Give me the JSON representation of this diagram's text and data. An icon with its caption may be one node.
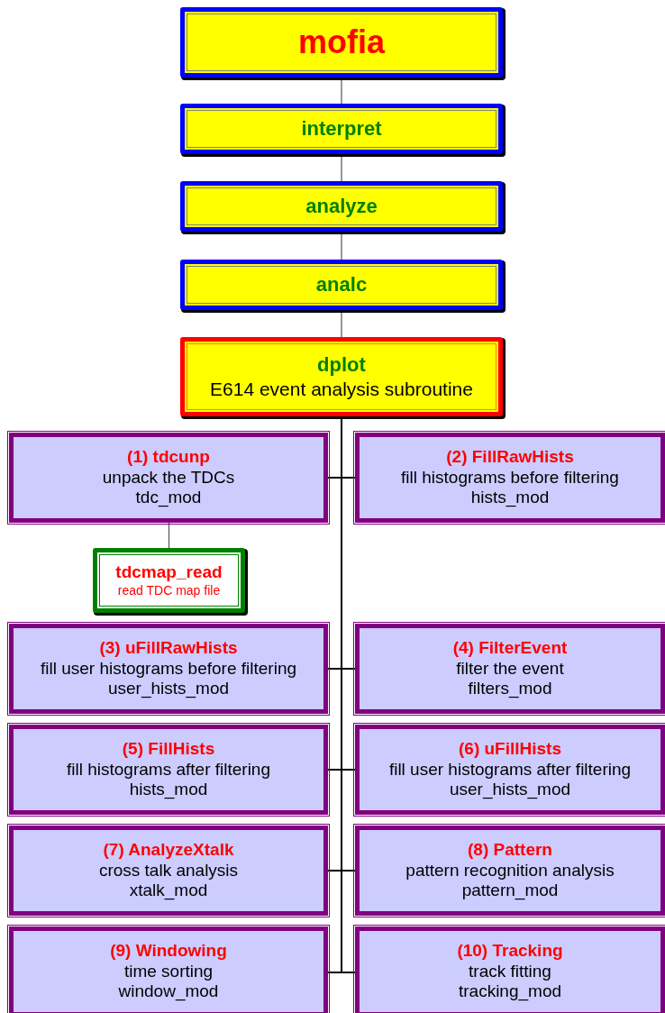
{
  "diagram": {
    "nodes": [
      {
        "text": [
          "mofia"
        ]
      },
      {
        "text": [
          "interpret"
        ]
      },
      {
        "text": [
          "analyze"
        ]
      },
      {
        "text": [
          "analc"
        ]
      },
      {
        "text": [
          "dplot",
          "E614 event analysis subroutine"
        ]
      },
      {
        "text": [
          "(1) tdcunp",
          "unpack the TDCs",
          "tdc_mod"
        ]
      },
      {
        "text": [
          "(2) FillRawHists",
          "fill histograms before filtering",
          "hists_mod"
        ]
      },
      {
        "text": [
          "tdcmap_read",
          "read TDC map file"
        ]
      },
      {
        "text": [
          "(3) uFillRawHists",
          "fill user histograms before filtering",
          "user_hists_mod"
        ]
      },
      {
        "text": [
          "(4) FilterEvent",
          "filter the event",
          "filters_mod"
        ]
      },
      {
        "text": [
          "(5) FillHists",
          "fill histograms after filtering",
          "hists_mod"
        ]
      },
      {
        "text": [
          "(6) uFillHists",
          "fill user histograms after filtering",
          "user_hists_mod"
        ]
      },
      {
        "text": [
          "(7) AnalyzeXtalk",
          "cross talk analysis",
          "xtalk_mod"
        ]
      },
      {
        "text": [
          "(8) Pattern",
          "pattern recognition analysis",
          "pattern_mod"
        ]
      },
      {
        "text": [
          "(9) Windowing",
          "time sorting",
          "window_mod"
        ]
      },
      {
        "text": [
          "(10) Tracking",
          "track fitting",
          "tracking_mod"
        ]
      }
    ],
    "edges": [
      {
        "from": 0,
        "to": 1,
        "arrow": "none"
      },
      {
        "from": 1,
        "to": 2,
        "arrow": "none"
      },
      {
        "from": 2,
        "to": 3,
        "arrow": "none"
      },
      {
        "from": 3,
        "to": 4,
        "arrow": "none"
      },
      {
        "from": 4,
        "to": 5,
        "arrow": "none"
      },
      {
        "from": 4,
        "to": 6,
        "arrow": "none"
      },
      {
        "from": 5,
        "to": 7,
        "arrow": "none"
      },
      {
        "from": 4,
        "to": 8,
        "arrow": "none"
      },
      {
        "from": 4,
        "to": 9,
        "arrow": "none"
      },
      {
        "from": 4,
        "to": 10,
        "arrow": "none"
      },
      {
        "from": 4,
        "to": 11,
        "arrow": "none"
      },
      {
        "from": 4,
        "to": 12,
        "arrow": "none"
      },
      {
        "from": 4,
        "to": 13,
        "arrow": "none"
      },
      {
        "from": 4,
        "to": 14,
        "arrow": "none"
      },
      {
        "from": 4,
        "to": 15,
        "arrow": "none"
      }
    ]
  }
}
